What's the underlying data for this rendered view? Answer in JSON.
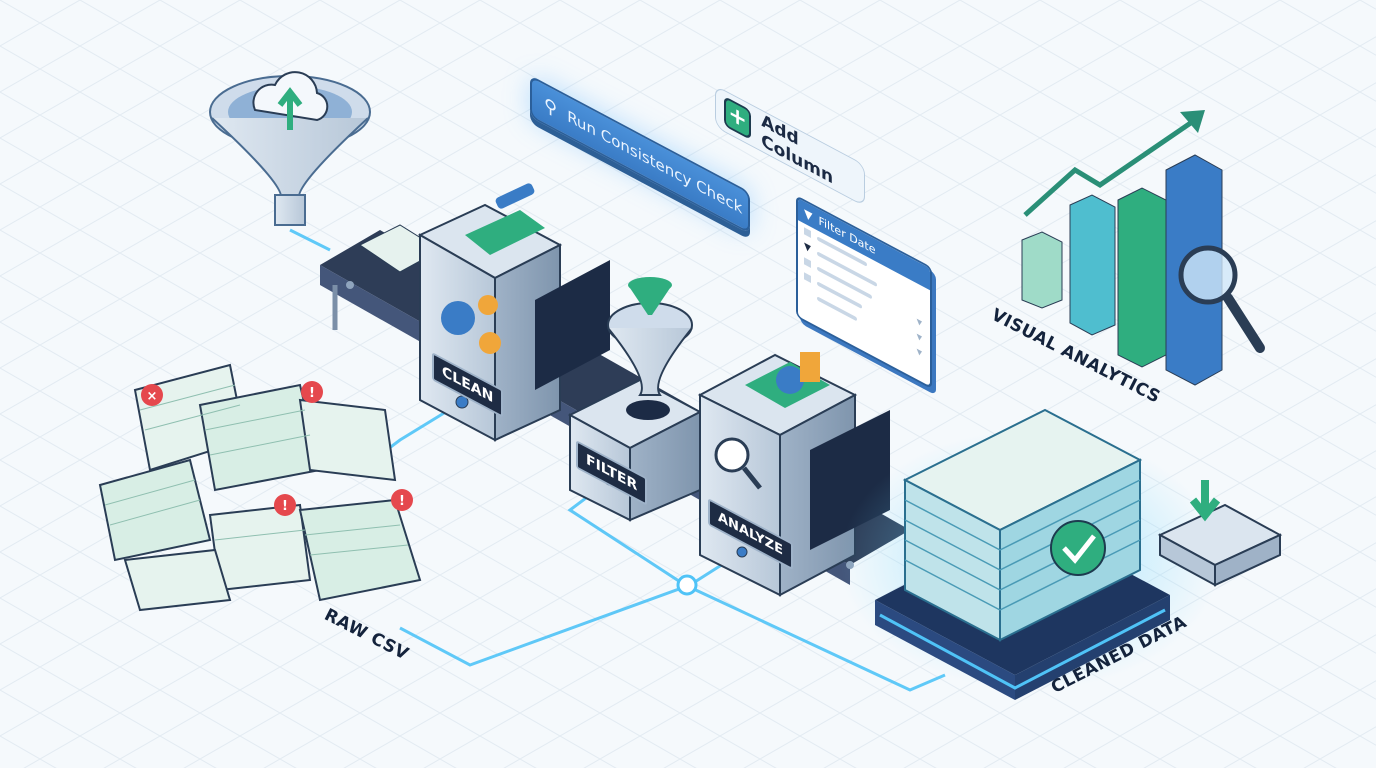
{
  "stages": {
    "raw": "RAW CSV",
    "clean": "CLEAN",
    "filter": "FILTER",
    "analyze": "ANALYZE",
    "cleaned": "CLEANED DATA",
    "visual": "VISUAL ANALYTICS"
  },
  "actions": {
    "run_check": "Run Consistency Check",
    "add_column": "Add Column"
  },
  "filter_panel": {
    "title": "Filter Date",
    "rows": 4
  },
  "colors": {
    "accent_blue": "#3a7cc6",
    "accent_green": "#2fae7f",
    "glow": "#4fc3f7",
    "dark": "#1e2c44"
  }
}
